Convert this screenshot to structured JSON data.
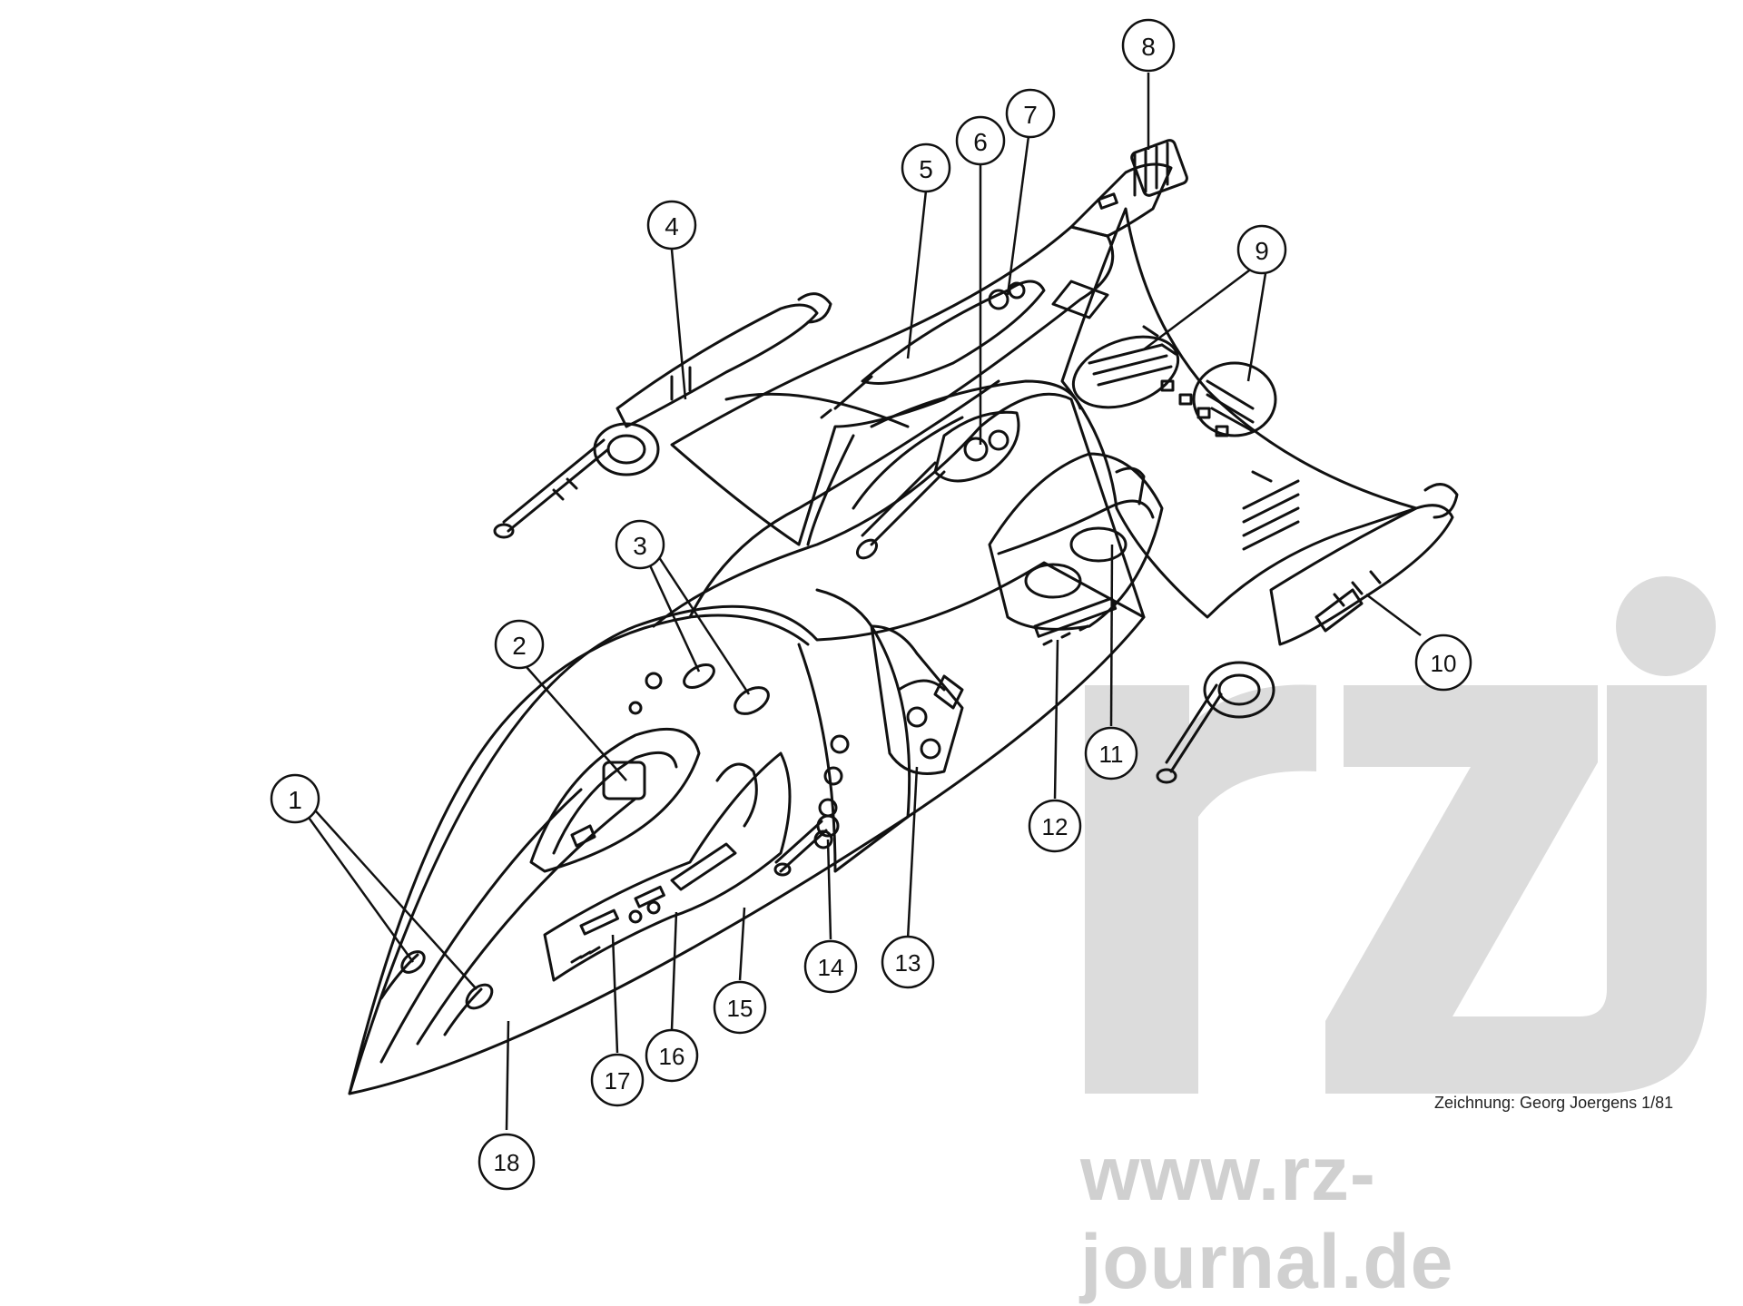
{
  "diagram": {
    "callouts": [
      "1",
      "2",
      "3",
      "4",
      "5",
      "6",
      "7",
      "8",
      "9",
      "10",
      "11",
      "12",
      "13",
      "14",
      "15",
      "16",
      "17",
      "18"
    ]
  },
  "credit": "Zeichnung: Georg Joergens 1/81",
  "watermark": {
    "logo_text": "rzj",
    "url": "www.rz-journal.de"
  }
}
